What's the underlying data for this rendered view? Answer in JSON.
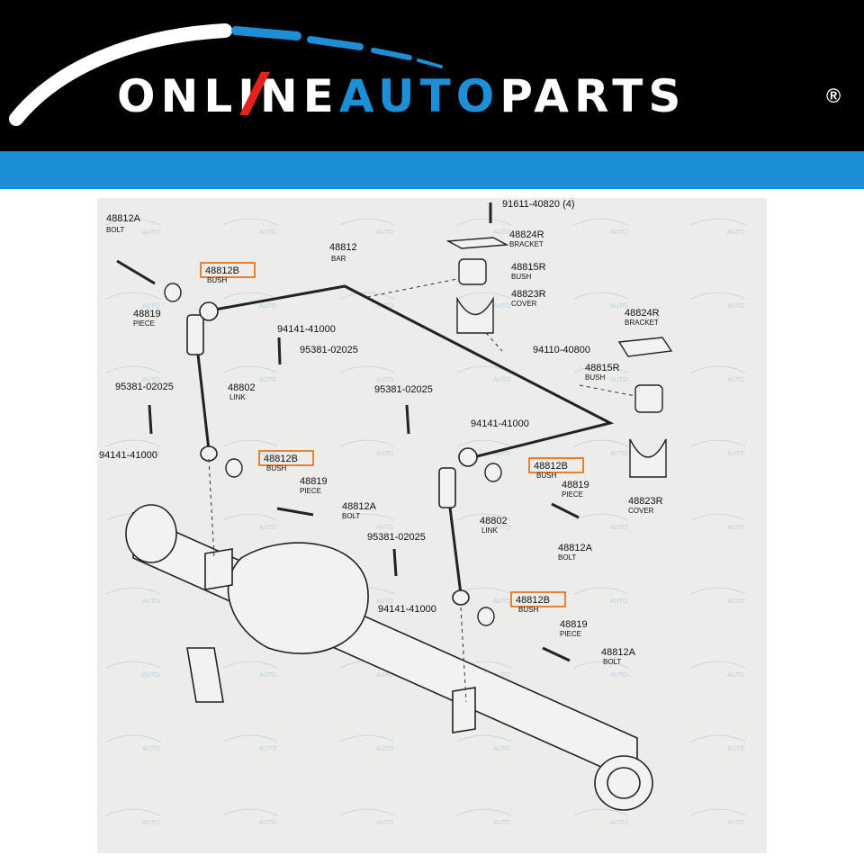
{
  "brand": {
    "wordmark_part1": "ONLINE",
    "wordmark_part2": "AUTO",
    "wordmark_part3": "PARTS",
    "registered": "®",
    "colors": {
      "header_bg": "#000000",
      "stripe": "#1c8fd6",
      "accent_blue": "#1c8fd6",
      "accent_red": "#e2231a",
      "white": "#ffffff"
    }
  },
  "diagram": {
    "labels": {
      "bolt_48812a_left_num": "48812A",
      "bolt_48812a_left_name": "BOLT",
      "bush_48812b_1_num": "48812B",
      "bush_48812b_1_name": "BUSH",
      "bar_48812_num": "48812",
      "bar_48812_name": "BAR",
      "bolt_91611_num": "91611-40820 (4)",
      "bracket_48824r_num": "48824R",
      "bracket_48824r_name": "BRACKET",
      "bush_48815r_top_num": "48815R",
      "bush_48815r_top_name": "BUSH",
      "cover_48823r_top_num": "48823R",
      "cover_48823r_top_name": "COVER",
      "piece_48819_left_num": "48819",
      "piece_48819_left_name": "PIECE",
      "nut_94141_top_num": "94141-41000",
      "pin_95381_top_num": "95381-02025",
      "nut_94110_num": "94110-40800",
      "bracket_48824r_right_num": "48824R",
      "bracket_48824r_right_name": "BRACKET",
      "bush_48815r_right_num": "48815R",
      "bush_48815r_right_name": "BUSH",
      "pin_95381_left_num": "95381-02025",
      "link_48802_left_num": "48802",
      "link_48802_left_name": "LINK",
      "pin_95381_mid_num": "95381-02025",
      "nut_94141_mid_num": "94141-41000",
      "nut_94141_left_num": "94141-41000",
      "bush_48812b_2_num": "48812B",
      "bush_48812b_2_name": "BUSH",
      "piece_48819_mid_num": "48819",
      "piece_48819_mid_name": "PIECE",
      "bolt_48812a_mid_num": "48812A",
      "bolt_48812a_mid_name": "BOLT",
      "bush_48812b_3_num": "48812B",
      "bush_48812b_3_name": "BUSH",
      "piece_48819_right_num": "48819",
      "piece_48819_right_name": "PIECE",
      "cover_48823r_right_num": "48823R",
      "cover_48823r_right_name": "COVER",
      "link_48802_right_num": "48802",
      "link_48802_right_name": "LINK",
      "bolt_48812a_right_num": "48812A",
      "bolt_48812a_right_name": "BOLT",
      "pin_95381_low_num": "95381-02025",
      "nut_94141_low_num": "94141-41000",
      "bush_48812b_4_num": "48812B",
      "bush_48812b_4_name": "BUSH",
      "piece_48819_low_num": "48819",
      "piece_48819_low_name": "PIECE",
      "bolt_48812a_low_num": "48812A",
      "bolt_48812a_low_name": "BOLT"
    },
    "highlight_color": "#e8761e"
  }
}
